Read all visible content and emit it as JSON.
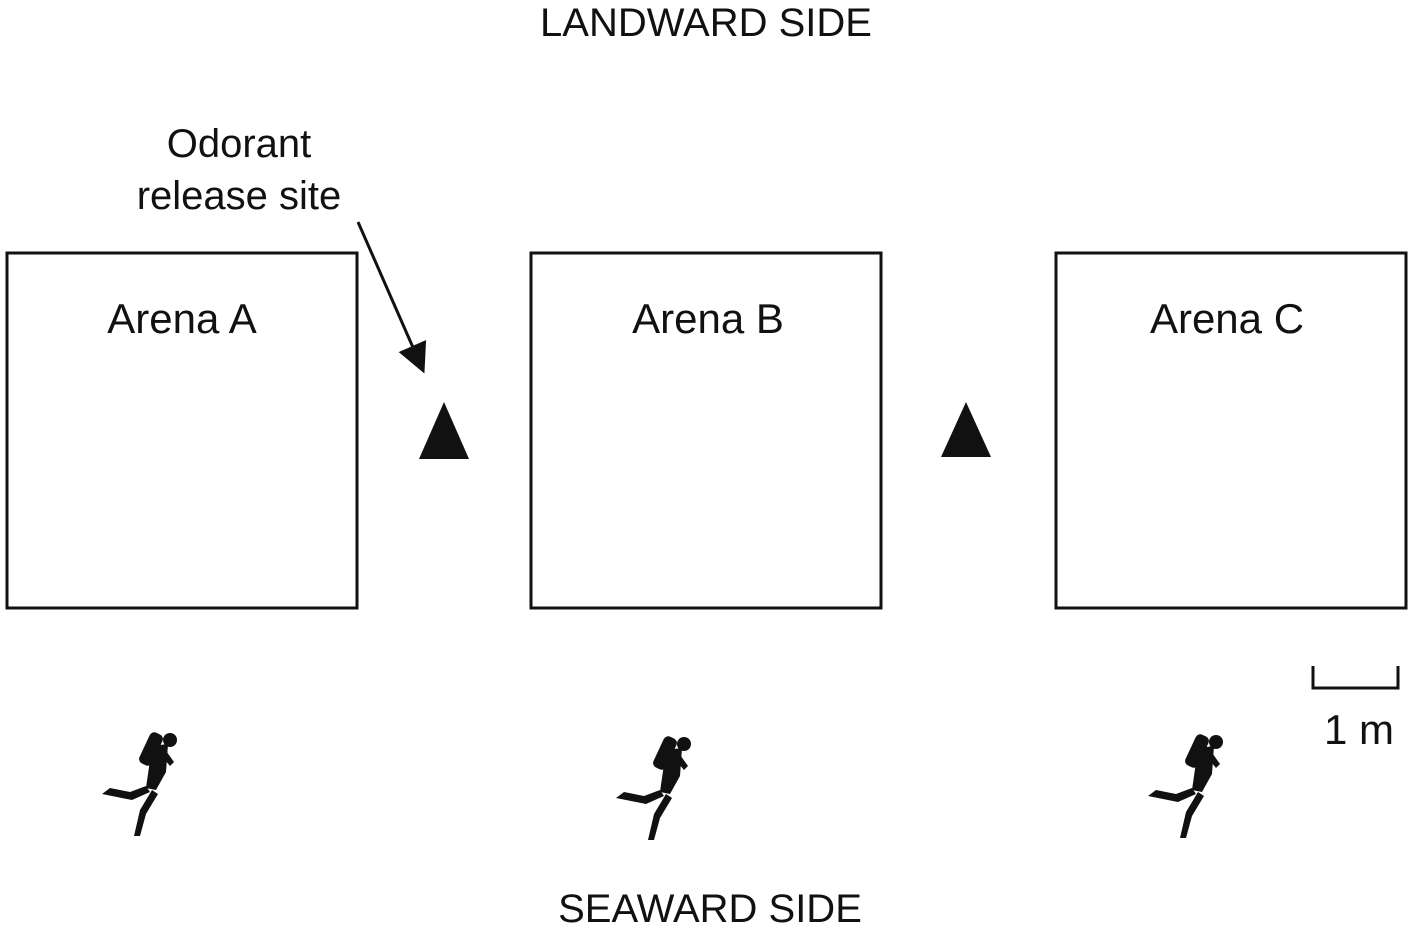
{
  "sides": {
    "landward": "LANDWARD SIDE",
    "seaward": "SEAWARD SIDE"
  },
  "arenas": [
    {
      "label": "Arena A"
    },
    {
      "label": "Arena B"
    },
    {
      "label": "Arena C"
    }
  ],
  "odorant": {
    "label_line1": "Odorant",
    "label_line2": "release site",
    "marker_shape": "filled-triangle",
    "marker_count": 2
  },
  "scale_bar": {
    "label": "1 m"
  },
  "divers": {
    "icon": "scuba-diver-icon",
    "count": 3
  },
  "colors": {
    "ink": "#111111",
    "background": "#ffffff"
  }
}
